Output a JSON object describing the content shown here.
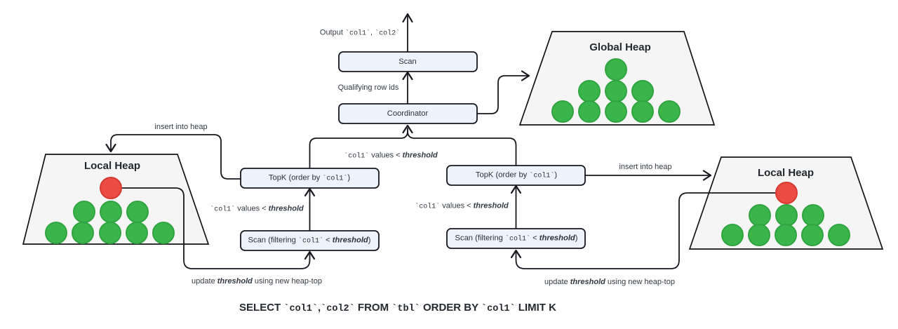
{
  "colors": {
    "box_fill": "#edf2fb",
    "box_border": "#17171e",
    "heap_fill": "#f5f5f5",
    "heap_border": "#141414",
    "node_green": "#3ab54a",
    "node_green_border": "#31a441",
    "node_red": "#ea4b42",
    "node_red_border": "#d63b33",
    "arrow": "#17171e",
    "text": "#333a41",
    "title_text": "#23282e"
  },
  "boxes": {
    "scan_output": "Scan",
    "coordinator": "Coordinator",
    "topk": {
      "p1": "TopK (order by ",
      "code": "`col1`",
      "p2": ")"
    },
    "scan_filter": {
      "p1": "Scan (filtering ",
      "code": "`col1`",
      "p2": " < ",
      "em": "threshold",
      "p3": ")"
    }
  },
  "labels": {
    "output": {
      "p1": "Output ",
      "code1": "`col1`",
      "p2": ", ",
      "code2": "`col2`"
    },
    "qualifying_rows": "Qualifying row ids",
    "insert_into_heap": "insert into heap",
    "col1_values": {
      "code": "`col1`",
      "p1": " values < ",
      "em": "threshold"
    },
    "update_threshold": {
      "p1": "update ",
      "em": "threshold",
      "p2": " using new heap-top"
    }
  },
  "heaps": {
    "global": {
      "title": "Global Heap",
      "rows": [
        1,
        3,
        5
      ],
      "top_node": "green"
    },
    "local_left": {
      "title": "Local Heap",
      "rows": [
        1,
        3,
        5
      ],
      "top_node": "red"
    },
    "local_right": {
      "title": "Local Heap",
      "rows": [
        1,
        3,
        5
      ],
      "top_node": "red"
    }
  },
  "sql": {
    "k1": "SELECT ",
    "code1": "`col1`",
    "sep": ",",
    "code2": "`col2`",
    "k2": " FROM ",
    "code3": "`tbl`",
    "k3": " ORDER BY ",
    "code4": "`col1`",
    "k4": " LIMIT K"
  }
}
